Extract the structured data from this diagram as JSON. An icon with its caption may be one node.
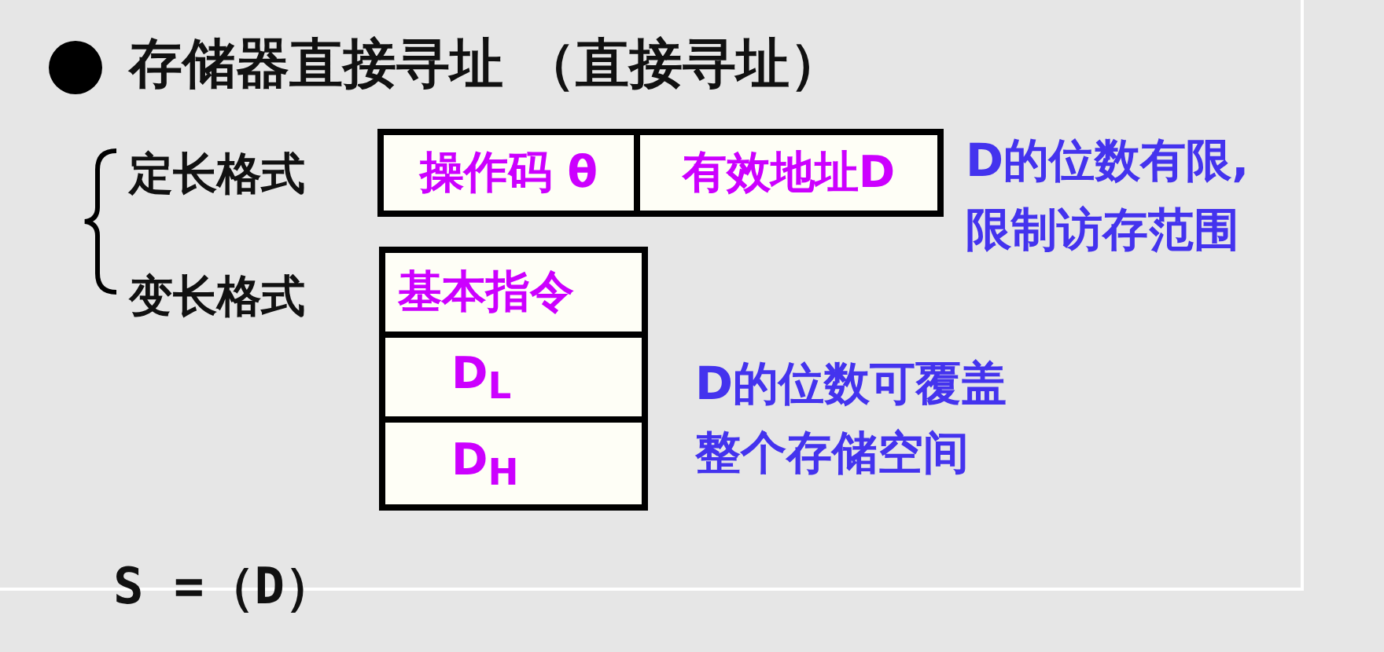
{
  "diagram": {
    "title": "存储器直接寻址 （直接寻址）",
    "nodes": [
      {
        "text": [
          "操作码 θ"
        ]
      },
      {
        "text": [
          "有效地址D"
        ]
      },
      {
        "text": [
          "基本指令"
        ]
      },
      {
        "text": [
          "D$_{L}$"
        ]
      },
      {
        "text": [
          "D$_{H}$"
        ]
      }
    ],
    "labels": [
      "定长格式",
      "D的位数有限,限制访存范围",
      "变长格式",
      "D的位数可覆盖整个存储空间",
      "S =（D）"
    ]
  }
}
